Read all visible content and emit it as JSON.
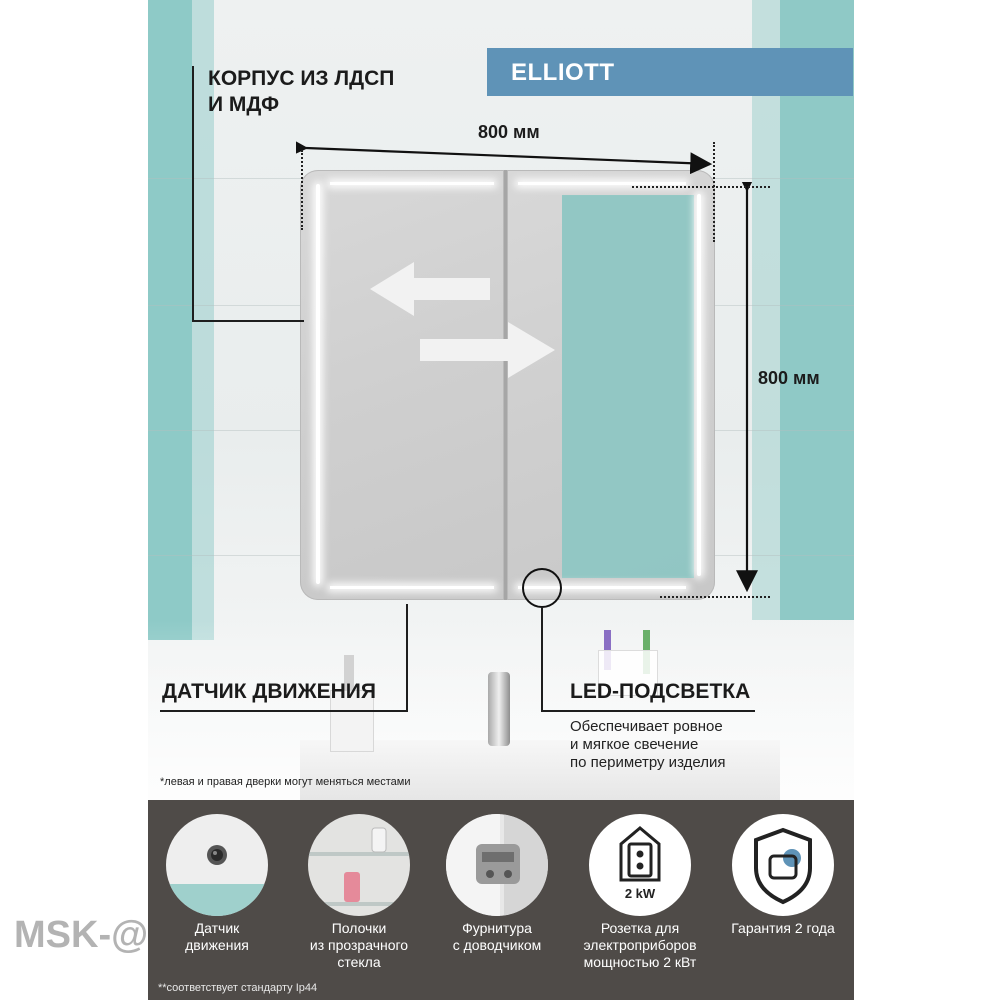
{
  "product": {
    "name": "ELLIOTT",
    "body_label_line1": "КОРПУС ИЗ ЛДСП",
    "body_label_line2": "И МДФ",
    "width_dim": "800 мм",
    "height_dim": "800 мм",
    "sensor_label": "ДАТЧИК ДВИЖЕНИЯ",
    "led_label": "LED-ПОДСВЕТКА",
    "led_desc": [
      "Обеспечивает ровное",
      "и мягкое свечение",
      "по периметру изделия"
    ],
    "doors_note": "*левая и правая дверки могут меняться местами"
  },
  "colors": {
    "title_bg": "#5f93b7",
    "tile": "#8ecac7",
    "panel_bg": "#4f4b48"
  },
  "features": [
    {
      "icon": "motion-sensor-icon",
      "lines": [
        "Датчик",
        "движения"
      ]
    },
    {
      "icon": "glass-shelf-icon",
      "lines": [
        "Полочки",
        "из прозрачного",
        "стекла"
      ]
    },
    {
      "icon": "soft-close-hinge-icon",
      "lines": [
        "Фурнитура",
        "с доводчиком"
      ]
    },
    {
      "icon": "power-outlet-icon",
      "badge": "2 kW",
      "lines": [
        "Розетка для",
        "электроприборов",
        "мощностью 2 кВт"
      ]
    },
    {
      "icon": "warranty-shield-icon",
      "lines": [
        "Гарантия 2 года"
      ]
    }
  ],
  "footnote": "**соответствует стандарту Ip44",
  "watermark": "MSK-@"
}
